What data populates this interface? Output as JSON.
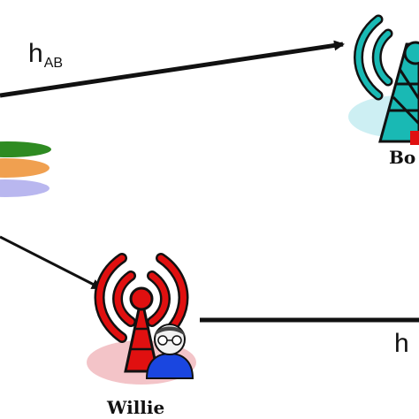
{
  "links": {
    "alice_bob": {
      "main": "h",
      "sub": "AB"
    },
    "willie_bob": {
      "main": "h",
      "sub": ""
    }
  },
  "nodes": {
    "bob": {
      "name": "Bo"
    },
    "willie": {
      "name": "Willie"
    }
  },
  "colors": {
    "bob_tower": "#19b9b4",
    "bob_base": "#cdeff3",
    "willie_tower": "#e01010",
    "willie_base": "#f3c4c8",
    "alice_beams": [
      "#2e8b22",
      "#f0a050",
      "#b9b7ef"
    ],
    "arrow": "#111111",
    "user_body": "#1a46e0"
  },
  "icons": [
    "bob-tower-icon",
    "willie-tower-icon",
    "willie-person-icon",
    "alice-beam-icon"
  ]
}
